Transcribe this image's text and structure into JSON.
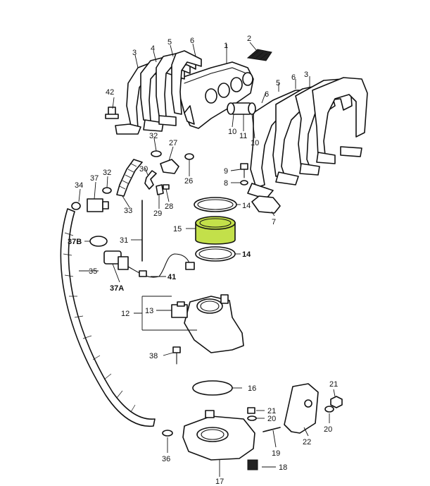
{
  "labels": {
    "l1": "1",
    "l2": "2",
    "l3a": "3",
    "l3b": "3",
    "l4a": "4",
    "l5a": "5",
    "l5b": "5",
    "l6a": "6",
    "l6b": "6",
    "l7": "7",
    "l8": "8",
    "l9": "9",
    "l10a": "10",
    "l10b": "10",
    "l11": "11",
    "l12": "12",
    "l13": "13",
    "l14a": "14",
    "l14b": "14",
    "l15": "15",
    "l16": "16",
    "l17": "17",
    "l18": "18",
    "l19": "19",
    "l20a": "20",
    "l20b": "20",
    "l21a": "21",
    "l21b": "21",
    "l22": "22",
    "l26": "26",
    "l27": "27",
    "l28": "28",
    "l29": "29",
    "l30": "30",
    "l31": "31",
    "l32a": "32",
    "l32b": "32",
    "l33": "33",
    "l34": "34",
    "l35": "35",
    "l36": "36",
    "l37": "37",
    "l37a": "37A",
    "l37b": "37B",
    "l38": "38",
    "l41": "41",
    "l42": "42"
  },
  "colors": {
    "highlight": "#c3e04a",
    "ink": "#111111"
  }
}
